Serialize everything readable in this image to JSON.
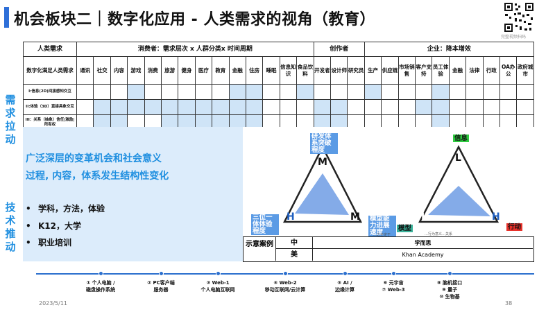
{
  "title": "机会板块二｜数字化应用 - 人类需求的视角（教育）",
  "qr_caption": "完整视频扫码",
  "side_labels": {
    "demand": "需求拉动",
    "tech": "技术推动"
  },
  "table": {
    "header_need": "人类需求",
    "header_consumer": "消费者：需求层次 x 人群分类x 时间周期",
    "header_creator": "创作者",
    "header_enterprise": "企业：降本增效",
    "row_label": "数字化满足人类需求",
    "categories": [
      "通讯",
      "社交",
      "内容",
      "游戏",
      "消费",
      "旅游",
      "健身",
      "医疗",
      "教育",
      "金融",
      "住房",
      "睡眠",
      "信息知识",
      "食品饮料",
      "开发者",
      "设计师",
      "研究员",
      "生产",
      "供应链",
      "市场销售",
      "客户支持",
      "员工体验",
      "金融",
      "法律",
      "行政",
      "OA办公",
      "政府城市"
    ],
    "levels": [
      {
        "label": "I:信息(2D)间接感知交互",
        "highlighted": [
          3,
          9,
          10,
          13,
          17,
          21
        ]
      },
      {
        "label": "II:体验（3D）直接具象交互",
        "highlighted": [
          1,
          2,
          3,
          4,
          5,
          6,
          7,
          8,
          9,
          10,
          14,
          15,
          20,
          21
        ]
      },
      {
        "label": "III：关系（抽象）信任|激励|所有权",
        "highlighted": [
          1,
          2,
          5,
          6,
          7,
          8,
          9,
          10,
          14,
          15,
          21
        ]
      }
    ]
  },
  "overlay": {
    "headline1": "广泛深层的变革机会和社会意义",
    "headline2": "过程, 内容，体系发生结构性变化",
    "bullets": [
      "学科，方法，体验",
      "K12，大学",
      "职业培训"
    ]
  },
  "triangles": {
    "left": {
      "top": "M",
      "left": "H",
      "right": "M",
      "tag_top": "研发体系突破程度",
      "tag_left": "三位一体体验程度",
      "tag_right": "模型能力进展速度"
    },
    "right": {
      "top": "L",
      "left": "H",
      "right": "H",
      "tag_top": "信息",
      "tag_left": "模型",
      "tag_right": "行动"
    },
    "notes": [
      "…之全定于",
      "…行为意义…关系"
    ]
  },
  "cases": {
    "label": "示意案例",
    "rows": [
      {
        "mark": "中",
        "value": "学而思"
      },
      {
        "mark": "美",
        "value": "Khan Academy"
      }
    ]
  },
  "timeline": [
    {
      "lines": [
        "① 个人电脑 /",
        "磁盘操作系统"
      ]
    },
    {
      "lines": [
        "② PC客户端",
        "服务器"
      ]
    },
    {
      "lines": [
        "③ Web-1",
        "个人电脑互联网"
      ]
    },
    {
      "lines": [
        "④ Web-2",
        "移动互联网/云计算"
      ]
    },
    {
      "lines": [
        "⑤ AI /",
        "边缘计算"
      ]
    },
    {
      "lines": [
        "⑥ 元宇宙",
        "⑦ Web-3"
      ]
    },
    {
      "lines": [
        "⑧ 脑机接口",
        "⑨ 量子",
        "⑩ 生物基"
      ]
    }
  ],
  "footer": {
    "date": "2023/5/11",
    "page": "38"
  },
  "colors": {
    "accent": "#2e6fd8",
    "highlight": "#1f8fe0",
    "cell": "#cfe4f7",
    "overlay": "#dcecfb"
  }
}
